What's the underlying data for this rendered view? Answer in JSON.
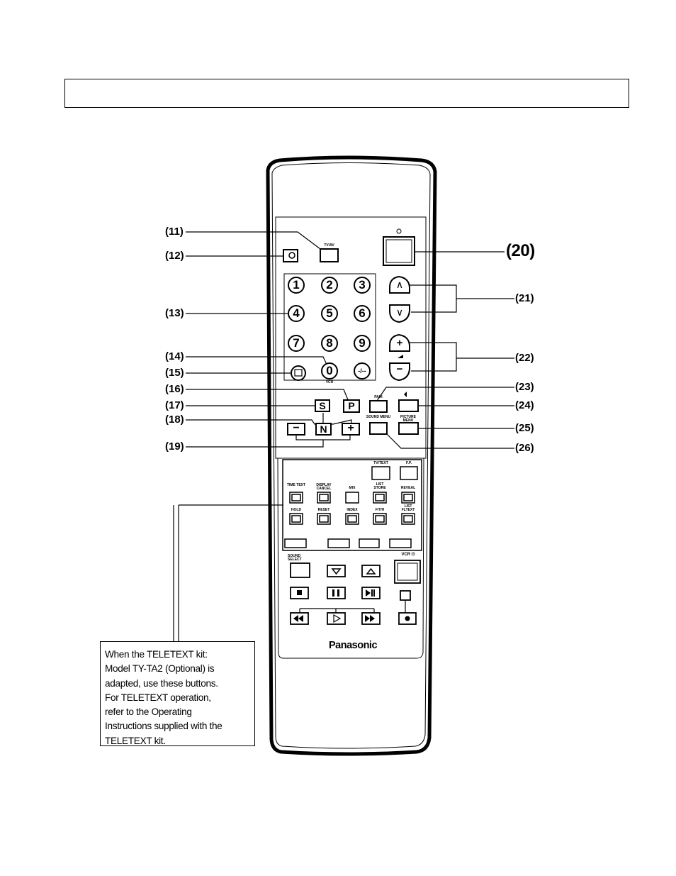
{
  "callouts": [
    "(11)",
    "(12)",
    "(13)",
    "(14)",
    "(15)",
    "(16)",
    "(17)",
    "(18)",
    "(19)",
    "(20)",
    "(21)",
    "(22)",
    "(23)",
    "(24)",
    "(25)",
    "(26)"
  ],
  "digits": [
    "1",
    "2",
    "3",
    "4",
    "5",
    "6",
    "7",
    "8",
    "9",
    "0",
    "-/--"
  ],
  "labels": {
    "tv_av": "TV/AV",
    "vcr": "VCR",
    "s": "S",
    "p": "P",
    "n": "N",
    "minus": "−",
    "plus": "+",
    "ch_up": "∧",
    "ch_down": "∨",
    "vol_plus": "+",
    "vol_minus": "−",
    "pair": "PAIR",
    "sound_menu": "SOUND MENU",
    "picture_menu": "PICTURE MENU",
    "tv_text": "TV/TEXT",
    "fp": "F.P.",
    "time_text": "TIME TEXT",
    "display_cancel": "DISPLAY CANCEL",
    "mix": "MIX",
    "list_store": "LIST STORE",
    "reveal": "REVEAL",
    "hold": "HOLD",
    "reset": "RESET",
    "index": "INDEX",
    "fth": "F/T/H",
    "list_fltext": "LIST FLTEXT",
    "sound_select": "SOUND SELECT",
    "vcr_power": "VCR ⏻",
    "brand": "Panasonic"
  },
  "note_lines": [
    "When the TELETEXT kit:",
    "Model TY-TA2 (Optional) is",
    "adapted, use these buttons.",
    "For TELETEXT operation,",
    "refer to the Operating",
    "Instructions supplied with the",
    "TELETEXT kit."
  ]
}
